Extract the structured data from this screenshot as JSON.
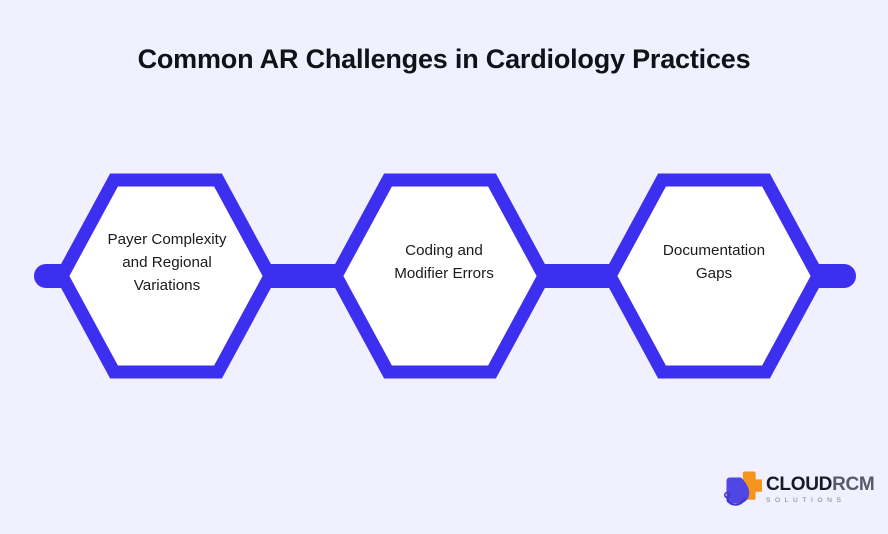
{
  "page": {
    "background_color": "#f0f0fe",
    "title": "Common AR Challenges in Cardiology Practices"
  },
  "diagram": {
    "type": "hexagon-chain",
    "accent_color": "#3c2ff0",
    "node_fill": "#ffffff",
    "text_color": "#1b1b1b",
    "nodes": [
      {
        "id": "node-1",
        "label": "Payer Complexity\nand Regional\nVariations"
      },
      {
        "id": "node-2",
        "label": "Coding and\nModifier Errors"
      },
      {
        "id": "node-3",
        "label": "Documentation\nGaps"
      }
    ],
    "connectors": [
      {
        "id": "end-cap-left",
        "shape": "rounded-bar"
      },
      {
        "id": "connector-1-2",
        "shape": "bar"
      },
      {
        "id": "connector-2-3",
        "shape": "bar"
      },
      {
        "id": "end-cap-right",
        "shape": "rounded-bar"
      }
    ]
  },
  "logo": {
    "name": "cloudrcm-solutions-logo",
    "word_primary": "CLOUD",
    "word_secondary": "RCM",
    "tagline": "SOLUTIONS",
    "mark_colors": {
      "cross": "#f7941e",
      "droplet": "#5046e4",
      "stethoscope": "#4338ca"
    }
  }
}
